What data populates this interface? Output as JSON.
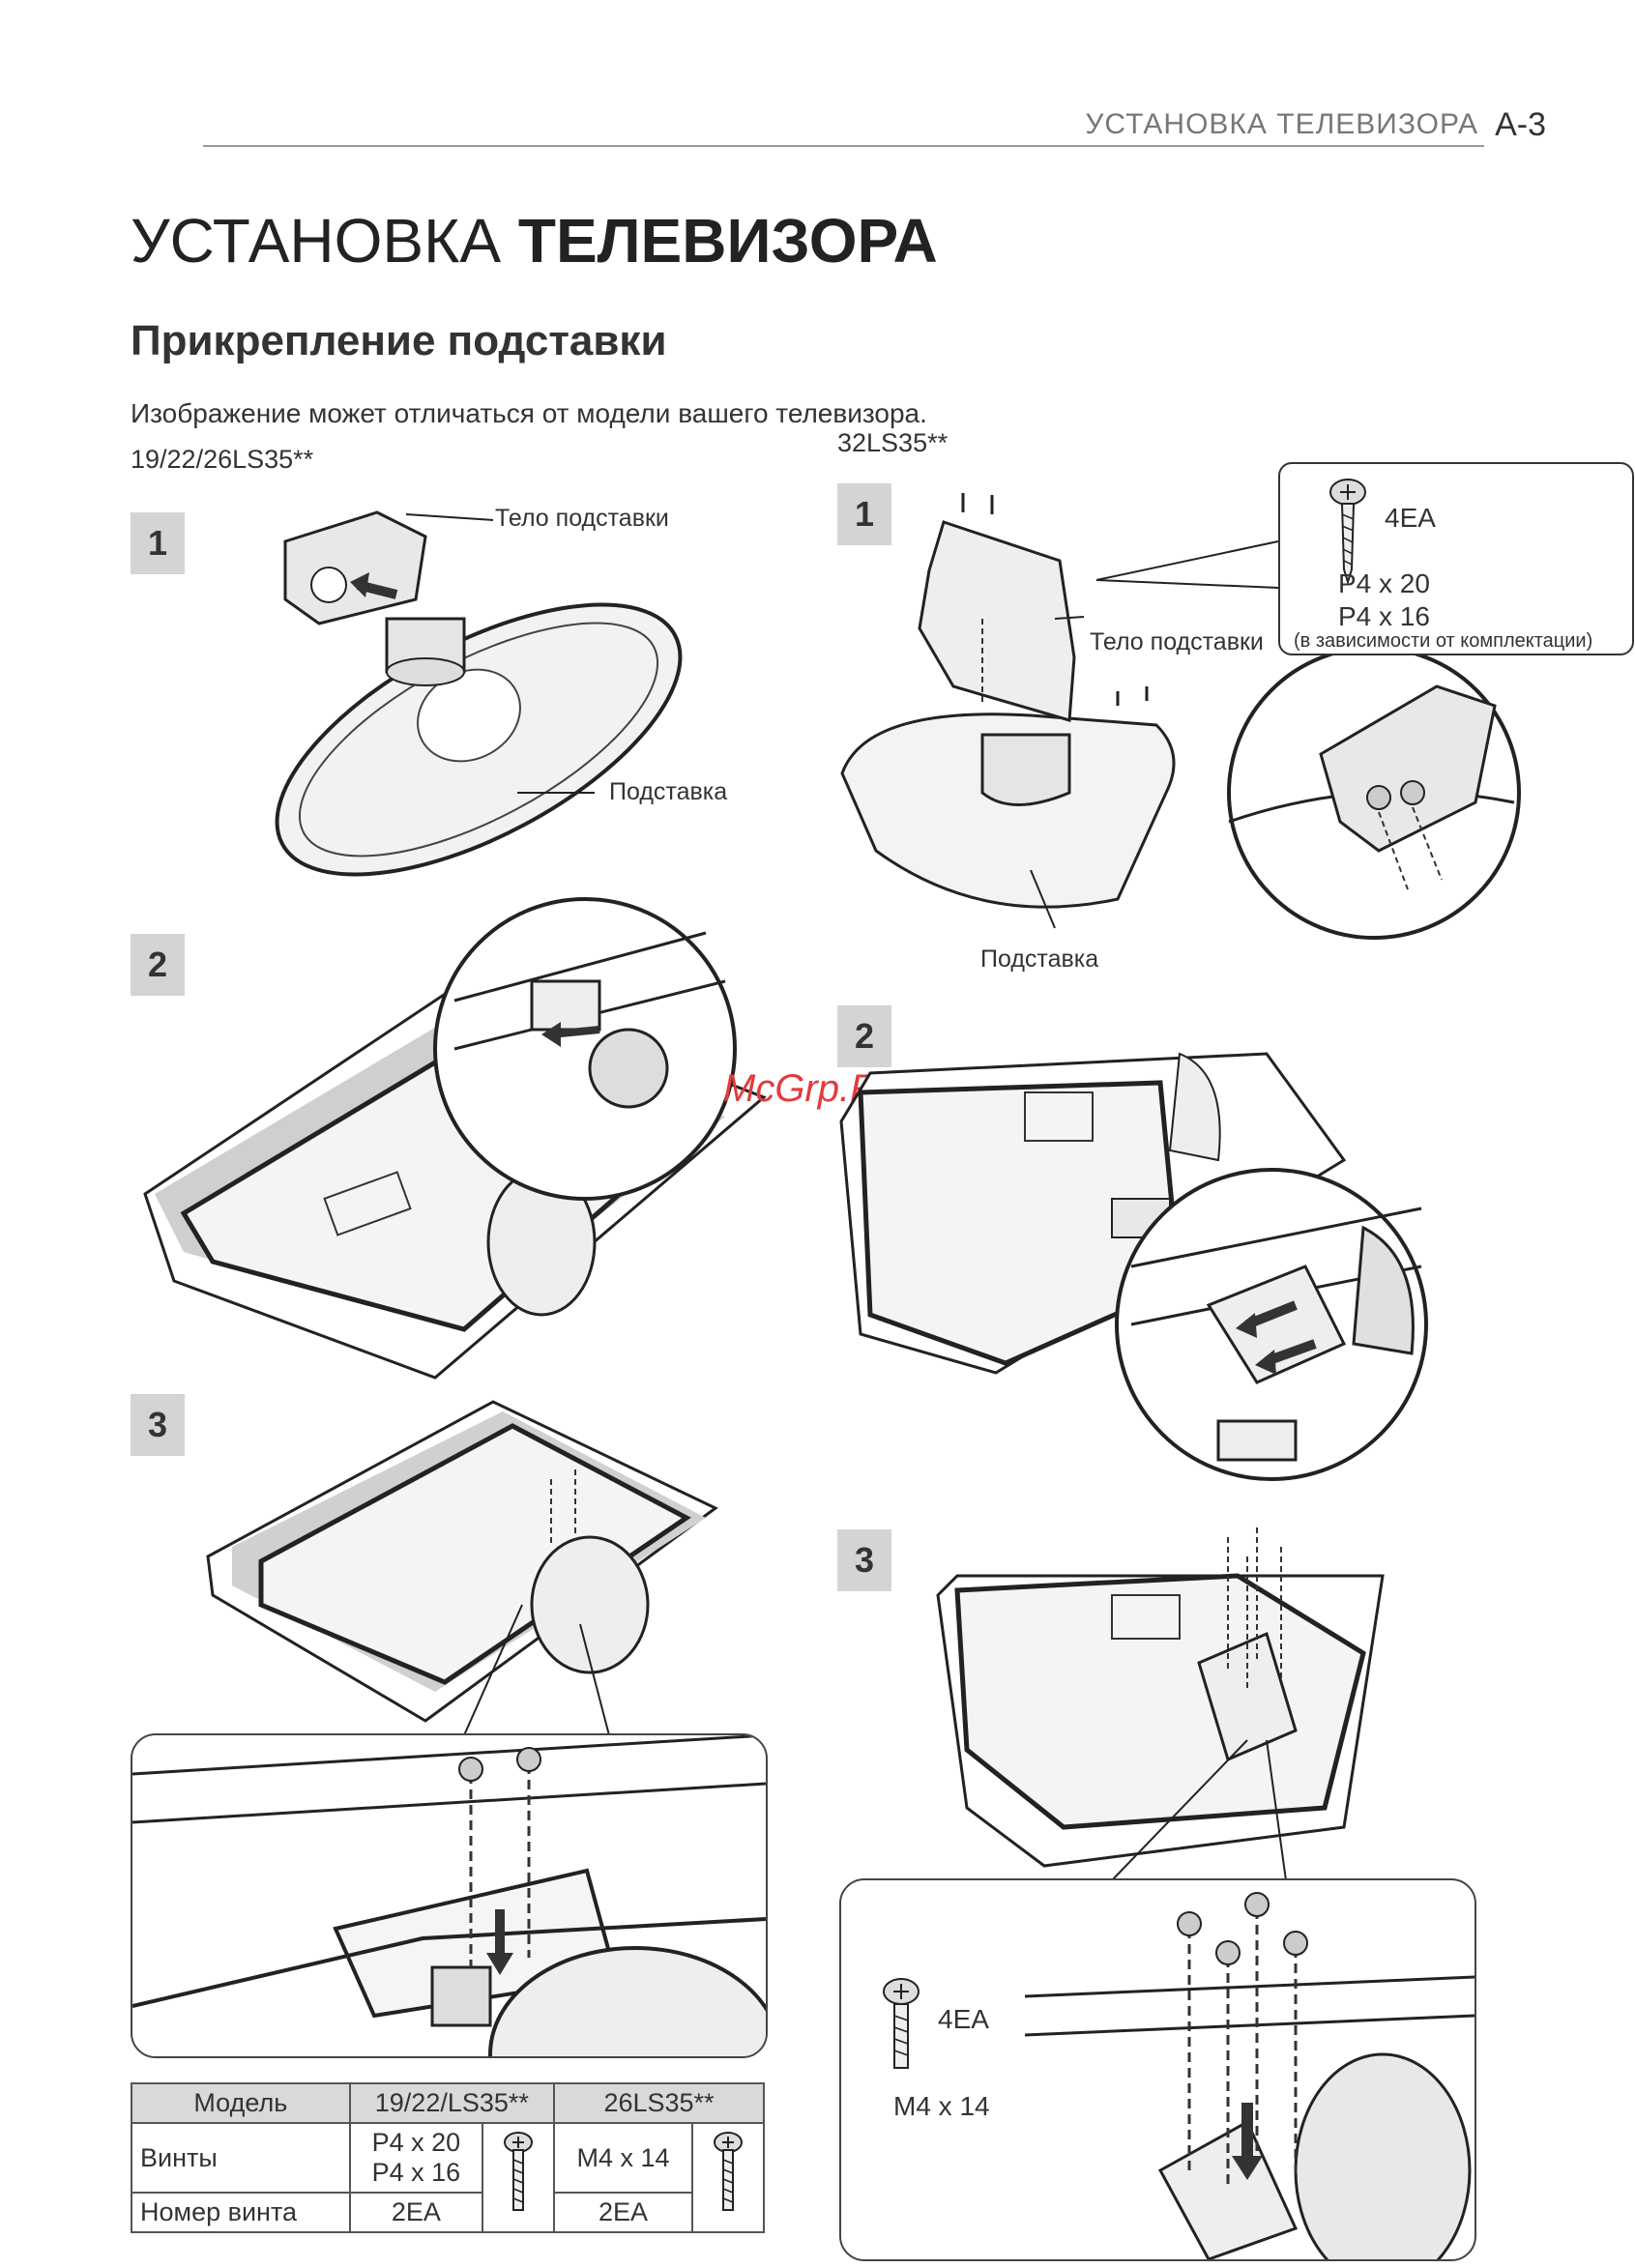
{
  "header": {
    "section": "УСТАНОВКА ТЕЛЕВИЗОРА",
    "page": "A-3"
  },
  "title": {
    "light": "УСТАНОВКА",
    "bold": "ТЕЛЕВИЗОРА"
  },
  "subtitle": "Прикрепление подставки",
  "intro": "Изображение может отличаться от модели вашего телевизора.",
  "left": {
    "model": "19/22/26LS35**",
    "steps": [
      "1",
      "2",
      "3"
    ],
    "labels": {
      "stand_body": "Тело подставки",
      "stand_base": "Подставка"
    }
  },
  "right": {
    "model": "32LS35**",
    "steps": [
      "1",
      "2",
      "3"
    ],
    "labels": {
      "stand_body": "Тело подставки",
      "stand_base": "Подставка"
    },
    "screws_top": {
      "qty": "4EA",
      "size1": "P4 x 20",
      "size2": "P4 x 16",
      "note": "(в зависимости от комплектации)"
    },
    "screws_bottom": {
      "qty": "4EA",
      "size": "M4 x 14"
    }
  },
  "watermark": "McGrp.Ru",
  "table": {
    "headers": [
      "Модель",
      "19/22/LS35**",
      "26LS35**"
    ],
    "rows": [
      {
        "label": "Винты",
        "a1": "P4 x 20",
        "a2": "P4 x 16",
        "b": "M4 x 14"
      },
      {
        "label": "Номер винта",
        "a": "2EA",
        "b": "2EA"
      }
    ]
  }
}
